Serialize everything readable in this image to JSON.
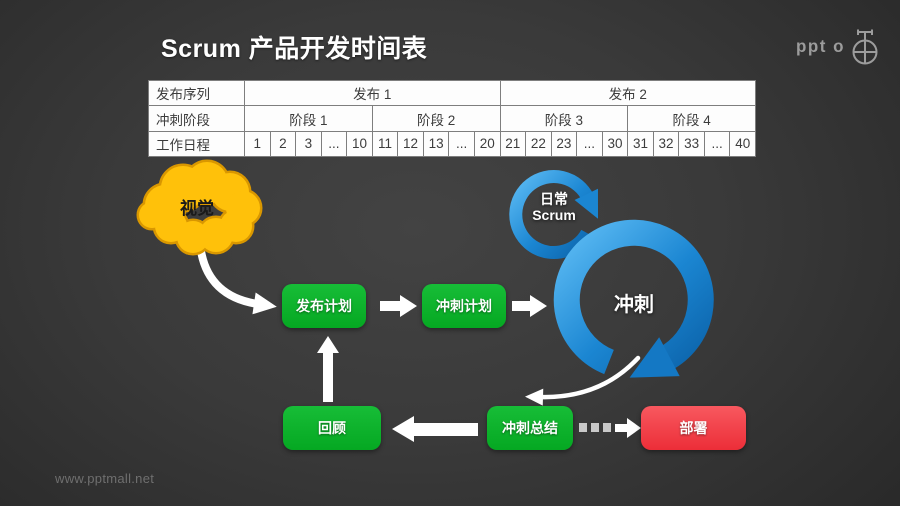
{
  "title": "Scrum 产品开发时间表",
  "logo": {
    "text": "ppt o"
  },
  "watermark": "www.pptmall.net",
  "timeline_table": {
    "rows": [
      {
        "header": "发布序列",
        "cells": [
          {
            "label": "发布 1",
            "span": 10
          },
          {
            "label": "发布 2",
            "span": 10
          }
        ]
      },
      {
        "header": "冲刺阶段",
        "cells": [
          {
            "label": "阶段 1",
            "span": 5
          },
          {
            "label": "阶段 2",
            "span": 5
          },
          {
            "label": "阶段 3",
            "span": 5
          },
          {
            "label": "阶段 4",
            "span": 5
          }
        ]
      },
      {
        "header": "工作日程",
        "cells": [
          {
            "label": "1",
            "span": 1
          },
          {
            "label": "2",
            "span": 1
          },
          {
            "label": "3",
            "span": 1
          },
          {
            "label": "...",
            "span": 1
          },
          {
            "label": "10",
            "span": 1
          },
          {
            "label": "11",
            "span": 1
          },
          {
            "label": "12",
            "span": 1
          },
          {
            "label": "13",
            "span": 1
          },
          {
            "label": "...",
            "span": 1
          },
          {
            "label": "20",
            "span": 1
          },
          {
            "label": "21",
            "span": 1
          },
          {
            "label": "22",
            "span": 1
          },
          {
            "label": "23",
            "span": 1
          },
          {
            "label": "...",
            "span": 1
          },
          {
            "label": "30",
            "span": 1
          },
          {
            "label": "31",
            "span": 1
          },
          {
            "label": "32",
            "span": 1
          },
          {
            "label": "33",
            "span": 1
          },
          {
            "label": "...",
            "span": 1
          },
          {
            "label": "40",
            "span": 1
          }
        ]
      }
    ]
  },
  "flow": {
    "vision": "视觉",
    "release_plan": "发布计划",
    "sprint_plan": "冲刺计划",
    "daily_scrum_line1": "日常",
    "daily_scrum_line2": "Scrum",
    "sprint": "冲刺",
    "review": "回顾",
    "sprint_summary": "冲刺总结",
    "deploy": "部署"
  },
  "colors": {
    "background": "#383838",
    "node_green": "#0cb22c",
    "node_red": "#f2414a",
    "ring_blue": "#1b86d2",
    "cloud_yellow": "#ffc10a",
    "cloud_outline": "#d99700",
    "arrow_white": "#ffffff",
    "dash_gray": "#c9c9c9",
    "table_border": "#7e7e7e"
  }
}
